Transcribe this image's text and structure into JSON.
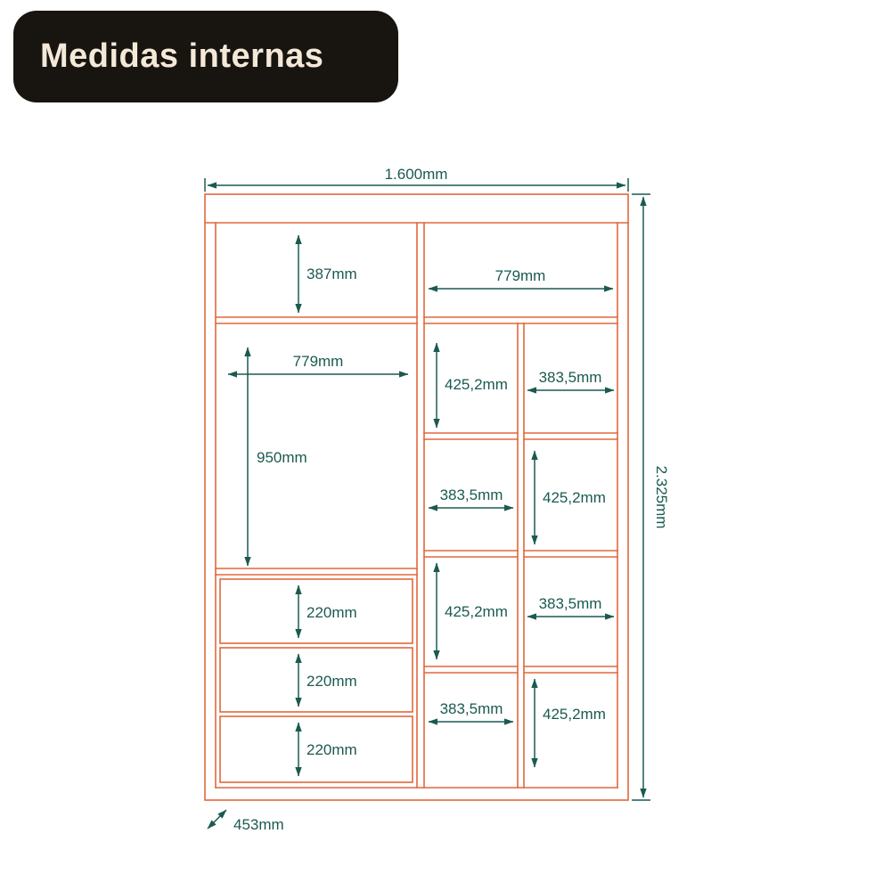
{
  "title": {
    "text": "Medidas internas"
  },
  "colors": {
    "outline": "#E2673C",
    "dimension": "#1A5A50",
    "badge_bg": "#181511",
    "badge_text": "#F4E9D8",
    "background": "#FFFFFF"
  },
  "overall_dimensions": {
    "width": "1.600mm",
    "height": "2.325mm",
    "depth": "453mm"
  },
  "internal_measurements": {
    "top_left_shelf_height": "387mm",
    "top_right_shelf_width": "779mm",
    "main_compartment_width": "779mm",
    "main_compartment_height": "950mm",
    "middle_column_1": "425,2mm",
    "middle_column_2": "383,5mm",
    "middle_column_3": "425,2mm",
    "middle_column_4": "383,5mm",
    "right_column_1": "383,5mm",
    "right_column_2": "425,2mm",
    "right_column_3": "383,5mm",
    "right_column_4": "425,2mm",
    "drawer_1": "220mm",
    "drawer_2": "220mm",
    "drawer_3": "220mm"
  }
}
